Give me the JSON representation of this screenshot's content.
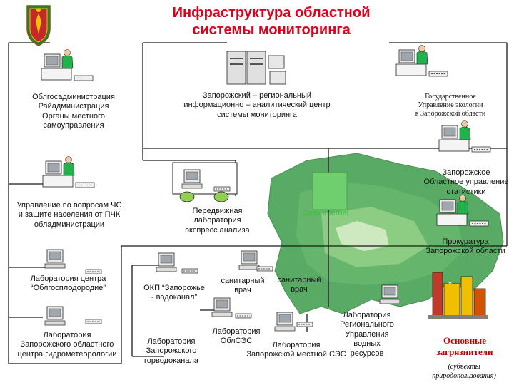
{
  "title": "Инфраструктура областной\nсистемы мониторинга",
  "colors": {
    "title": "#e0001a",
    "lines": "#1a1a1a",
    "screen": "#d9d9d9",
    "monitor": "#e8e8e8",
    "desk": "#f2f2f2",
    "person": "#22b24c",
    "map": "#3c9c4a",
    "internet_box": "#6fcf6f",
    "internet_text": "#3dbf3d",
    "legend": "#c00000",
    "lab_wheels": "#8fd14f",
    "factory": "#f0c000"
  },
  "nodes": {
    "oblgos": "Облгосадминистрация\nРайадминистрация\nОрганы местного\nсамоуправления",
    "regional_center": "Запорожский – региональный\nинформационно – аналитический центр\nсистемы мониторинга",
    "ecology": "Государственное\nУправление экологии\nв Запорожской области",
    "statistics": "Запорожское\nОбластное управление\nстатистики",
    "emergency": "Управление по вопросам ЧС\nи защите населения от ПЧК\nобладминистрации",
    "mobile_lab": "Передвижная\nлаборатория\nэкспресс анализа",
    "internet": "Сеть Internet",
    "prosecutor": "Прокуратура\nЗапорожской области",
    "fertility_lab": "Лаборатория центра\n“Облгосплодородие”",
    "okp": "ОКП “Запорожье\n- водоканал”",
    "sanitary1": "санитарный\nврач",
    "sanitary2": "санитарный\nврач",
    "hydromet_lab": "Лаборатория\nЗапорожского областного\nцентра гидрометеорологии",
    "gorvodokanal_lab": "Лаборатория\nЗапорожского\nгорводоканала",
    "oblses_lab": "Лаборатория\nОблСЭС",
    "water_lab": "Лаборатория\nЗапорожской местной СЭС",
    "regional_water": "Лаборатория\nРегионального\nУправления\nводных\nресурсов"
  },
  "legend": {
    "title": "Основные\nзагрязнители",
    "subtitle": "(субъекты\nприродопользования)"
  }
}
